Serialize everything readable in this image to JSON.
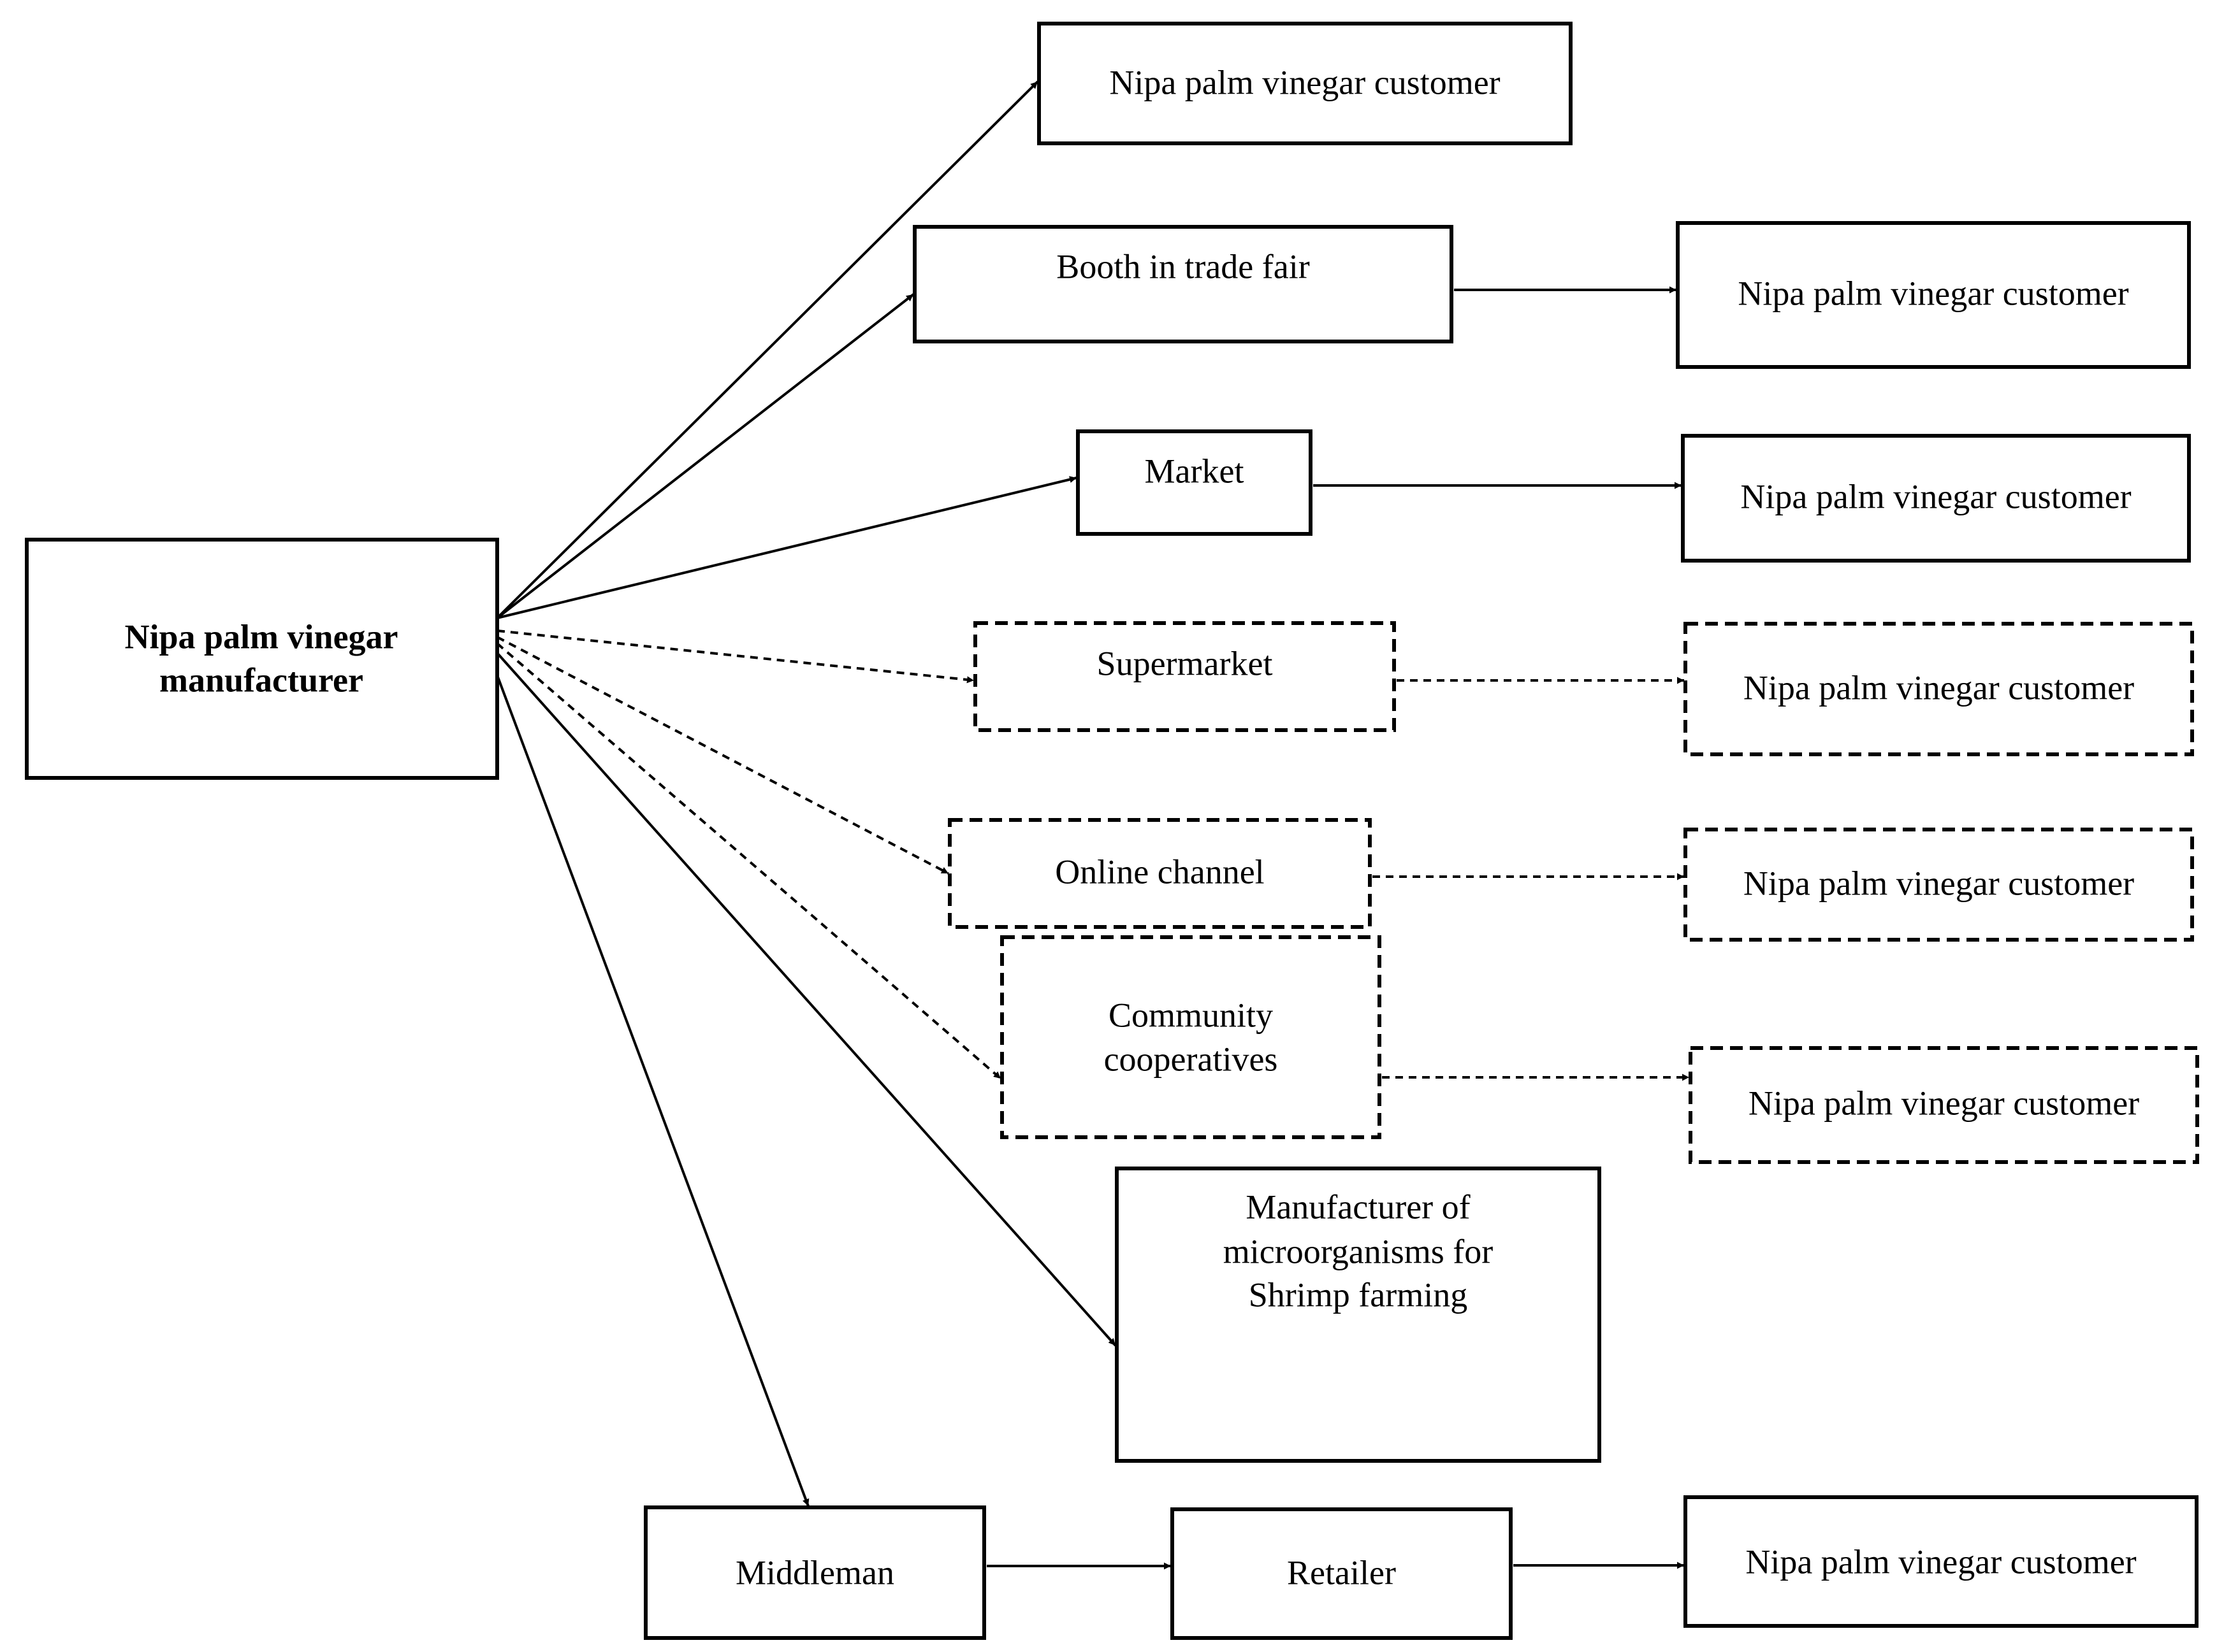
{
  "nodes": [
    {
      "id": "manufacturer",
      "lines": [
        "Nipa palm vinegar",
        "manufacturer"
      ],
      "style": "solid",
      "bold": true
    },
    {
      "id": "customer-direct",
      "lines": [
        "Nipa palm vinegar customer"
      ],
      "style": "solid"
    },
    {
      "id": "booth",
      "lines": [
        "Booth in trade fair"
      ],
      "style": "solid"
    },
    {
      "id": "customer-booth",
      "lines": [
        "Nipa palm vinegar customer"
      ],
      "style": "solid"
    },
    {
      "id": "market",
      "lines": [
        "Market"
      ],
      "style": "solid"
    },
    {
      "id": "customer-market",
      "lines": [
        "Nipa palm vinegar customer"
      ],
      "style": "solid"
    },
    {
      "id": "supermarket",
      "lines": [
        "Supermarket"
      ],
      "style": "dashed"
    },
    {
      "id": "customer-supermarket",
      "lines": [
        "Nipa palm vinegar customer"
      ],
      "style": "dashed"
    },
    {
      "id": "online",
      "lines": [
        "Online channel"
      ],
      "style": "dashed"
    },
    {
      "id": "customer-online",
      "lines": [
        "Nipa palm vinegar customer"
      ],
      "style": "dashed"
    },
    {
      "id": "community",
      "lines": [
        "Community",
        "cooperatives"
      ],
      "style": "dashed"
    },
    {
      "id": "customer-community",
      "lines": [
        "Nipa palm vinegar customer"
      ],
      "style": "dashed"
    },
    {
      "id": "microorganisms",
      "lines": [
        "Manufacturer of",
        "microorganisms for",
        "Shrimp farming"
      ],
      "style": "solid"
    },
    {
      "id": "middleman",
      "lines": [
        "Middleman"
      ],
      "style": "solid"
    },
    {
      "id": "retailer",
      "lines": [
        "Retailer"
      ],
      "style": "solid"
    },
    {
      "id": "customer-retailer",
      "lines": [
        "Nipa palm vinegar customer"
      ],
      "style": "solid"
    }
  ],
  "edges": [
    {
      "from": "manufacturer",
      "to": "customer-direct",
      "style": "solid"
    },
    {
      "from": "manufacturer",
      "to": "booth",
      "style": "solid"
    },
    {
      "from": "booth",
      "to": "customer-booth",
      "style": "solid"
    },
    {
      "from": "manufacturer",
      "to": "market",
      "style": "solid"
    },
    {
      "from": "market",
      "to": "customer-market",
      "style": "solid"
    },
    {
      "from": "manufacturer",
      "to": "supermarket",
      "style": "dashed"
    },
    {
      "from": "supermarket",
      "to": "customer-supermarket",
      "style": "dashed"
    },
    {
      "from": "manufacturer",
      "to": "online",
      "style": "dashed"
    },
    {
      "from": "online",
      "to": "customer-online",
      "style": "dashed"
    },
    {
      "from": "manufacturer",
      "to": "community",
      "style": "dashed"
    },
    {
      "from": "community",
      "to": "customer-community",
      "style": "dashed"
    },
    {
      "from": "manufacturer",
      "to": "microorganisms",
      "style": "solid"
    },
    {
      "from": "manufacturer",
      "to": "middleman",
      "style": "solid"
    },
    {
      "from": "middleman",
      "to": "retailer",
      "style": "solid"
    },
    {
      "from": "retailer",
      "to": "customer-retailer",
      "style": "solid"
    }
  ]
}
